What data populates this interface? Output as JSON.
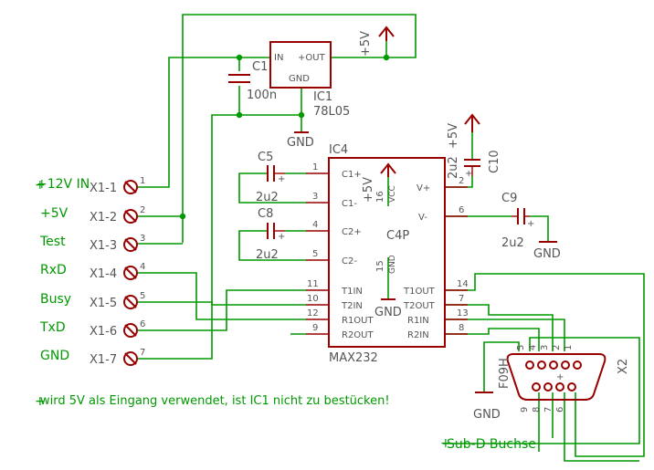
{
  "connector": {
    "pins": [
      {
        "net": "+12V IN",
        "ref": "X1-1",
        "num": "1"
      },
      {
        "net": "+5V",
        "ref": "X1-2",
        "num": "2"
      },
      {
        "net": "Test",
        "ref": "X1-3",
        "num": "3"
      },
      {
        "net": "RxD",
        "ref": "X1-4",
        "num": "4"
      },
      {
        "net": "Busy",
        "ref": "X1-5",
        "num": "5"
      },
      {
        "net": "TxD",
        "ref": "X1-6",
        "num": "6"
      },
      {
        "net": "GND",
        "ref": "X1-7",
        "num": "7"
      }
    ]
  },
  "regulator": {
    "name": "IC1",
    "value": "78L05",
    "pin_in": "IN",
    "pin_out": "+OUT",
    "pin_gnd": "GND",
    "supply": "+5V",
    "gnd": "GND"
  },
  "c1": {
    "name": "C1",
    "value": "100n"
  },
  "max232": {
    "name": "IC4",
    "value": "MAX232",
    "part": "C4P",
    "vcc_label": "VCC",
    "vcc_pin": "16",
    "vcc_supply": "+5V",
    "gnd_label": "GND",
    "gnd_pin": "15",
    "gnd_net": "GND",
    "pins_left": [
      {
        "num": "1",
        "name": "C1+"
      },
      {
        "num": "3",
        "name": "C1-"
      },
      {
        "num": "4",
        "name": "C2+"
      },
      {
        "num": "5",
        "name": "C2-"
      },
      {
        "num": "11",
        "name": "T1IN"
      },
      {
        "num": "10",
        "name": "T2IN"
      },
      {
        "num": "12",
        "name": "R1OUT"
      },
      {
        "num": "9",
        "name": "R2OUT"
      }
    ],
    "pins_right": [
      {
        "num": "2",
        "name": "V+"
      },
      {
        "num": "6",
        "name": "V-"
      },
      {
        "num": "14",
        "name": "T1OUT"
      },
      {
        "num": "7",
        "name": "T2OUT"
      },
      {
        "num": "13",
        "name": "R1IN"
      },
      {
        "num": "8",
        "name": "R2IN"
      }
    ]
  },
  "c5": {
    "name": "C5",
    "value": "2u2"
  },
  "c8": {
    "name": "C8",
    "value": "2u2"
  },
  "c9": {
    "name": "C9",
    "value": "2u2",
    "gnd": "GND"
  },
  "c10": {
    "name": "C10",
    "value": "2u2",
    "supply": "+5V"
  },
  "subd": {
    "name": "X2",
    "part": "F09H",
    "pins_top": [
      "5",
      "4",
      "3",
      "2",
      "1"
    ],
    "pins_bottom": [
      "9",
      "8",
      "7",
      "6"
    ],
    "gnd": "GND",
    "label": "Sub-D Buchse"
  },
  "note": "wird 5V als Eingang verwendet, ist IC1 nicht zu bestücken!"
}
